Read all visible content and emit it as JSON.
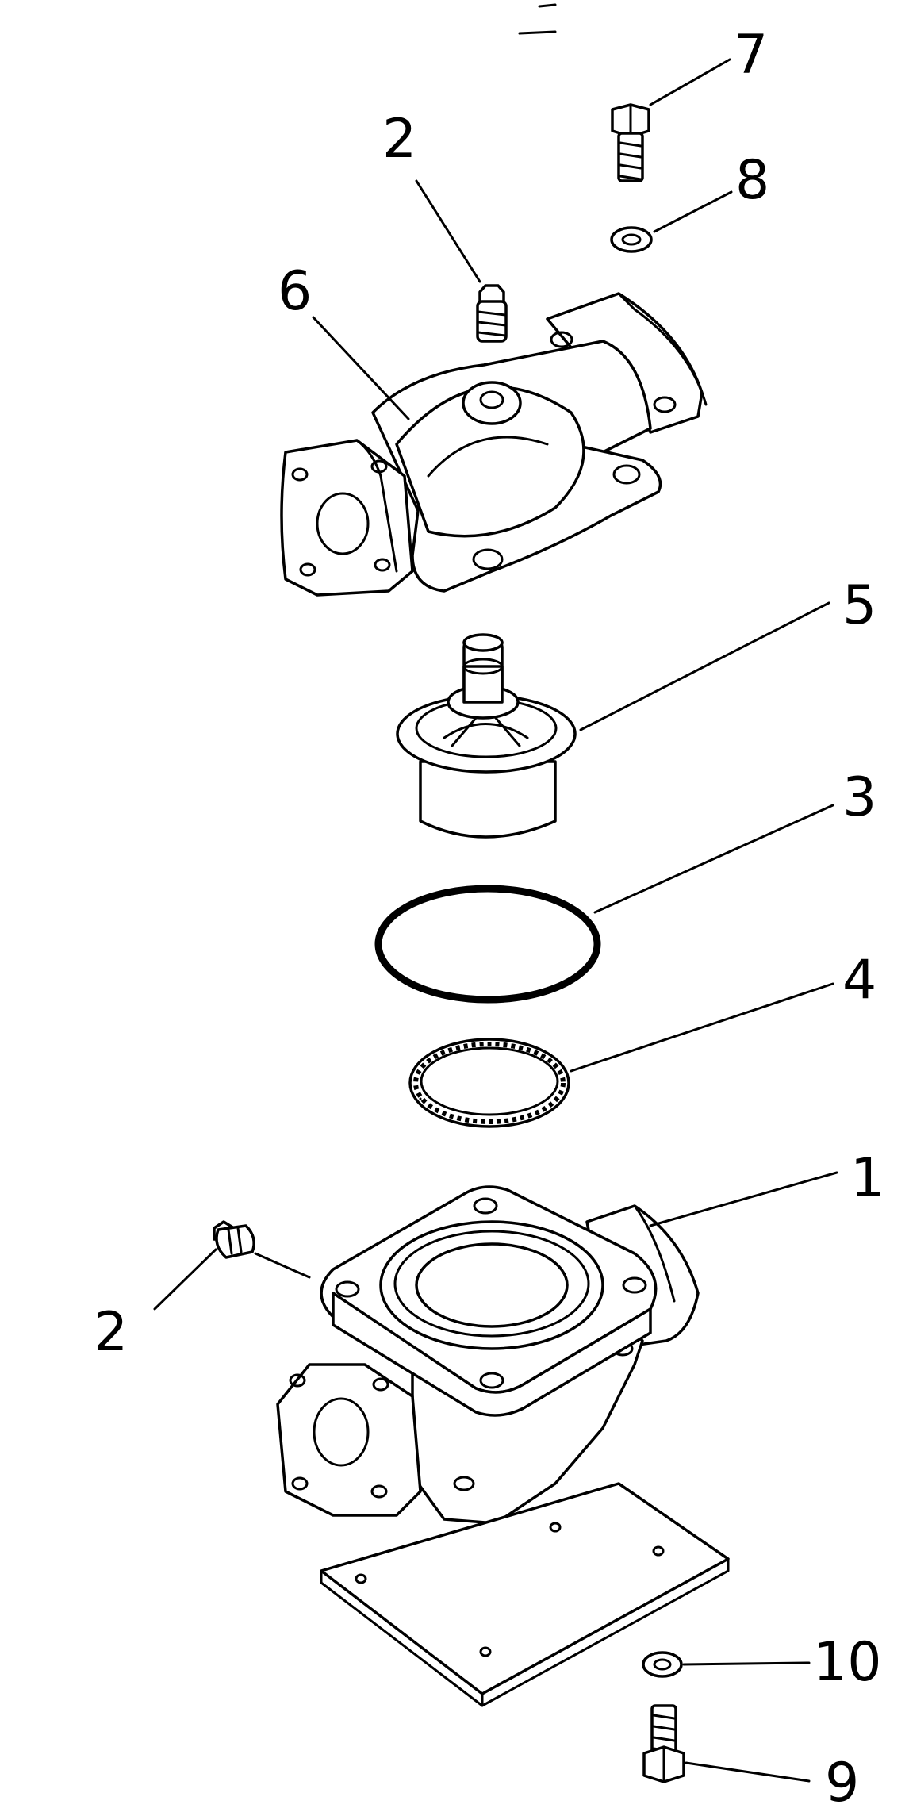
{
  "callouts": [
    {
      "id": "7",
      "label": "7"
    },
    {
      "id": "8",
      "label": "8"
    },
    {
      "id": "2a",
      "label": "2"
    },
    {
      "id": "6",
      "label": "6"
    },
    {
      "id": "5",
      "label": "5"
    },
    {
      "id": "3",
      "label": "3"
    },
    {
      "id": "4",
      "label": "4"
    },
    {
      "id": "1",
      "label": "1"
    },
    {
      "id": "2b",
      "label": "2"
    },
    {
      "id": "10",
      "label": "10"
    },
    {
      "id": "9",
      "label": "9"
    }
  ]
}
